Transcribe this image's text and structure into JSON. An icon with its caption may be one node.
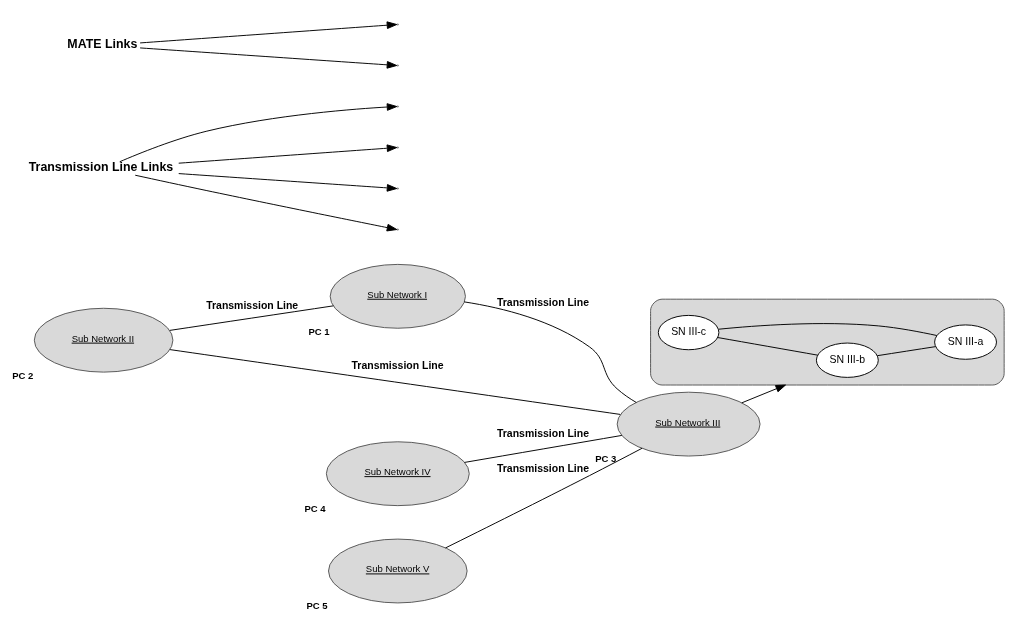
{
  "diagram": {
    "nodes": [
      {
        "text": [
          "Sub Network I"
        ],
        "beside": [
          "PC 1"
        ]
      },
      {
        "text": [
          "Sub Network II"
        ],
        "beside": [
          "PC 2"
        ]
      },
      {
        "text": [
          "Sub Network III"
        ],
        "beside": [
          "PC 3"
        ]
      },
      {
        "text": [
          "Sub Network IV"
        ],
        "beside": [
          "PC 4"
        ]
      },
      {
        "text": [
          "Sub Network V"
        ],
        "beside": [
          "PC 5"
        ]
      },
      {
        "text": [],
        "shape": "cloud"
      },
      {
        "text": [
          "SN III-c"
        ],
        "in": 5
      },
      {
        "text": [
          "SN III-b"
        ],
        "in": 5
      },
      {
        "text": [
          "SN III-a"
        ],
        "in": 5
      },
      {
        "text": [
          "Transmission Line Links"
        ]
      },
      {
        "text": [
          "MATE Links"
        ]
      }
    ],
    "edges": [
      {
        "from": 1,
        "to": 0,
        "arrow": "none",
        "label": "Transmission Line"
      },
      {
        "from": 1,
        "to": 2,
        "arrow": "none",
        "label": "Transmission Line"
      },
      {
        "from": 0,
        "to": 2,
        "arrow": "none",
        "label": "Transmission Line"
      },
      {
        "from": 3,
        "to": 2,
        "arrow": "none",
        "label": "Transmission Line"
      },
      {
        "from": 4,
        "to": 2,
        "arrow": "none",
        "label": "Transmission Line"
      },
      {
        "from": 2,
        "to": 5,
        "arrow": "to"
      },
      {
        "from": 6,
        "to": 7,
        "arrow": "none"
      },
      {
        "from": 7,
        "to": 8,
        "arrow": "none"
      },
      {
        "from": 6,
        "to": 8,
        "arrow": "none"
      },
      {
        "from": 9,
        "to": null,
        "arrow": "to"
      },
      {
        "from": 9,
        "to": null,
        "arrow": "to"
      },
      {
        "from": 9,
        "to": null,
        "arrow": "to"
      },
      {
        "from": 9,
        "to": null,
        "arrow": "to"
      },
      {
        "from": 10,
        "to": null,
        "arrow": "to"
      },
      {
        "from": 10,
        "to": null,
        "arrow": "to"
      }
    ]
  }
}
